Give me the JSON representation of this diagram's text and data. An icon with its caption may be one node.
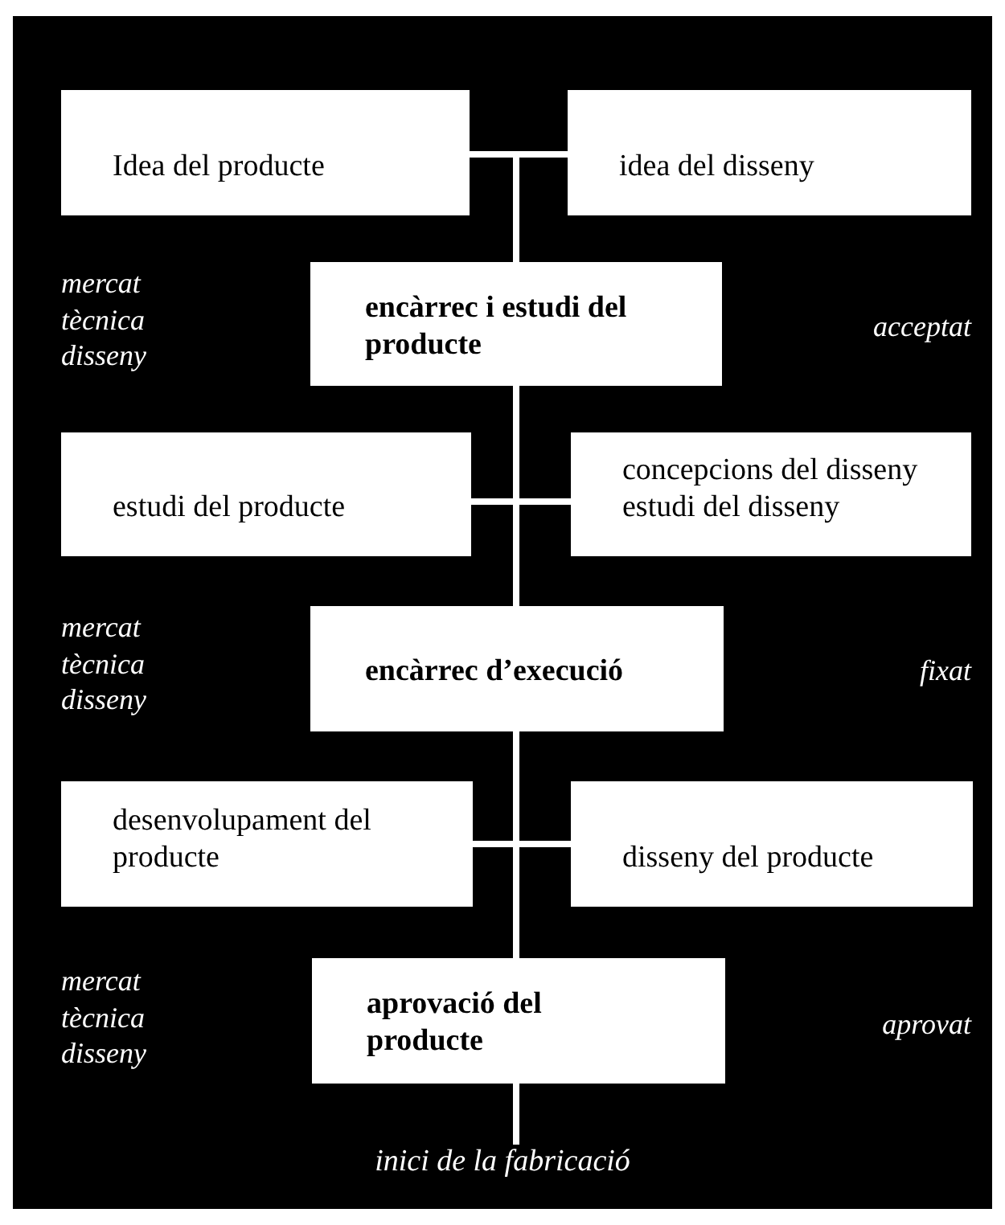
{
  "diagram": {
    "nodes": [
      {
        "text": [
          "Idea del producte"
        ]
      },
      {
        "text": [
          "idea del disseny"
        ]
      },
      {
        "text": [
          "encàrrec i estudi del producte"
        ]
      },
      {
        "text": [
          "estudi del producte"
        ]
      },
      {
        "text": [
          "concepcions del disseny",
          "estudi del disseny"
        ]
      },
      {
        "text": [
          "encàrrec d’execució"
        ]
      },
      {
        "text": [
          "desenvolupament del producte"
        ]
      },
      {
        "text": [
          "disseny del producte"
        ]
      },
      {
        "text": [
          "aprovació del producte"
        ]
      },
      {
        "text": [
          "inici de la fabricació"
        ]
      }
    ],
    "edges": [
      {
        "from": 0,
        "to": 2,
        "arrow": "none"
      },
      {
        "from": 1,
        "to": 2,
        "arrow": "none"
      },
      {
        "from": 2,
        "to": 3,
        "arrow": "none"
      },
      {
        "from": 2,
        "to": 4,
        "arrow": "none"
      },
      {
        "from": 3,
        "to": 5,
        "arrow": "none"
      },
      {
        "from": 4,
        "to": 5,
        "arrow": "none"
      },
      {
        "from": 5,
        "to": 6,
        "arrow": "none"
      },
      {
        "from": 5,
        "to": 7,
        "arrow": "none"
      },
      {
        "from": 6,
        "to": 8,
        "arrow": "none"
      },
      {
        "from": 7,
        "to": 8,
        "arrow": "none"
      },
      {
        "from": 8,
        "to": 9,
        "arrow": "none"
      }
    ],
    "labels": [
      "mercat tècnica disseny",
      "acceptat",
      "mercat tècnica disseny",
      "fixat",
      "mercat tècnica disseny",
      "aprovat"
    ]
  }
}
